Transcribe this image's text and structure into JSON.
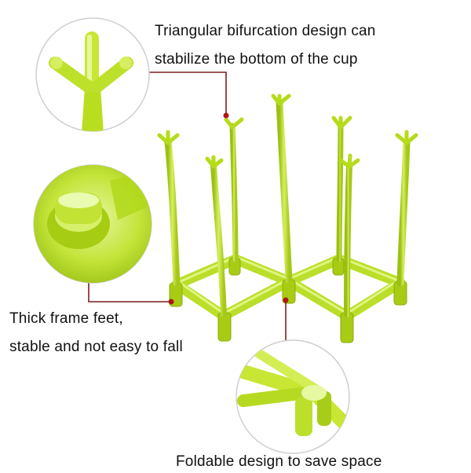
{
  "captions": {
    "top": {
      "line1": "Triangular bifurcation design can",
      "line2": "stabilize the bottom of the cup"
    },
    "left": {
      "line1": "Thick frame feet,",
      "line2": "stable and not easy to fall"
    },
    "bottom": {
      "line1": "Foldable design to save space"
    }
  },
  "colors": {
    "product_green": "#b5dc18",
    "product_dark": "#8fb30c",
    "leader_line": "#7a1f1f",
    "circle_border": "#cfcfcf"
  }
}
